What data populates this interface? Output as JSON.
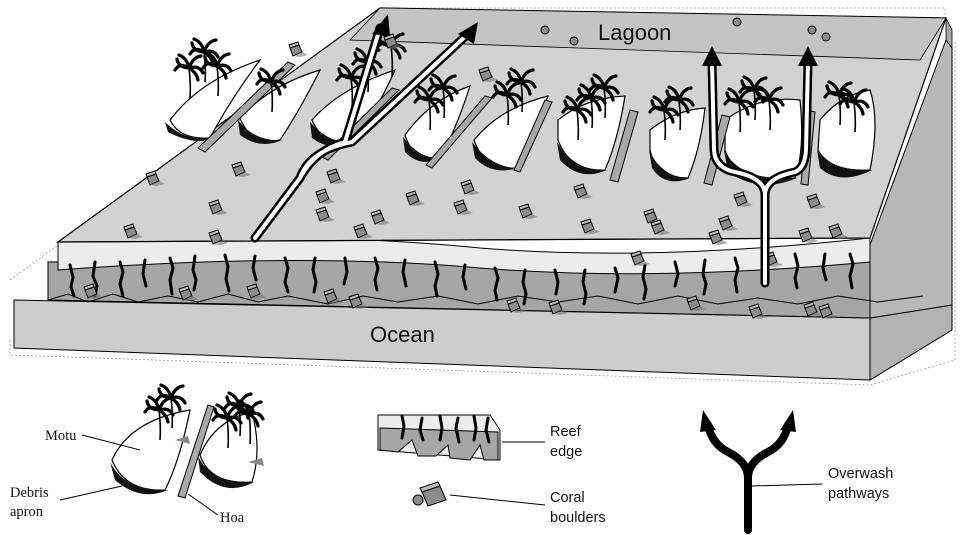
{
  "labels": {
    "lagoon": "Lagoon",
    "ocean": "Ocean"
  },
  "legend": {
    "motu": "Motu",
    "debris_line1": "Debris",
    "debris_line2": "apron",
    "hoa": "Hoa",
    "reef_line1": "Reef",
    "reef_line2": "edge",
    "coral_line1": "Coral",
    "coral_line2": "boulders",
    "overwash_line1": "Overwash",
    "overwash_line2": "pathways"
  },
  "colors": {
    "platform_top": "#d2d2d2",
    "lagoon": "#c4c4c4",
    "reef_flat": "#ececec",
    "reef_face": "#a6a6a6",
    "ocean": "#cdcdcd",
    "motu": "#ffffff",
    "debris_apron": "#111111",
    "boulder": "#8c8c8c",
    "ink": "#000000"
  }
}
